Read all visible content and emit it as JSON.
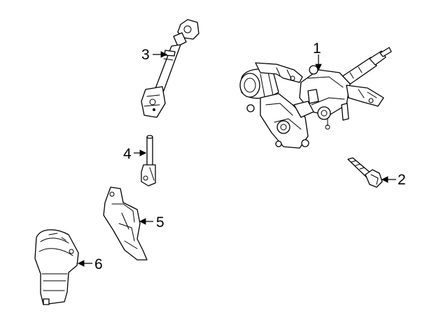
{
  "diagram": {
    "callouts": [
      {
        "id": "1",
        "label": "1",
        "part": "steering-column-assembly"
      },
      {
        "id": "2",
        "label": "2",
        "part": "mounting-bolt"
      },
      {
        "id": "3",
        "label": "3",
        "part": "intermediate-shaft"
      },
      {
        "id": "4",
        "label": "4",
        "part": "lower-shaft"
      },
      {
        "id": "5",
        "label": "5",
        "part": "column-cover"
      },
      {
        "id": "6",
        "label": "6",
        "part": "boot-seal"
      }
    ]
  },
  "colors": {
    "line": "#000000",
    "background": "#ffffff"
  }
}
